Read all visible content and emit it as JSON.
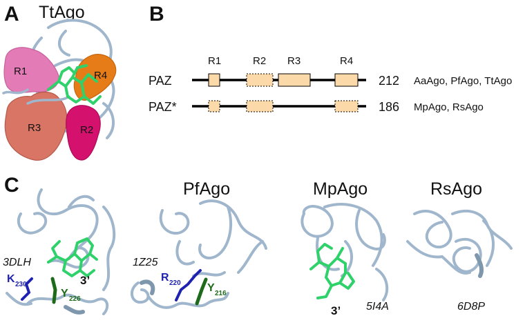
{
  "panels": {
    "a": "A",
    "b": "B",
    "c": "C"
  },
  "panel_a": {
    "title": "TtAgo",
    "regions": [
      "R1",
      "R2",
      "R3",
      "R4"
    ],
    "colors": {
      "R1": "#e27bb6",
      "R2": "#d4126e",
      "R3": "#d97564",
      "R4": "#e67c17",
      "ligand": "#2fd16a",
      "ribbon": "#9fb6cc"
    }
  },
  "panel_b": {
    "region_headers": [
      "R1",
      "R2",
      "R3",
      "R4"
    ],
    "rows": [
      {
        "domain": "PAZ",
        "length": "212",
        "organisms": "AaAgo, PfAgo, TtAgo",
        "segments": [
          {
            "region": "R1",
            "style": "solid"
          },
          {
            "region": "R2",
            "style": "dashed"
          },
          {
            "region": "R3",
            "style": "solid"
          },
          {
            "region": "R4",
            "style": "solid"
          }
        ]
      },
      {
        "domain": "PAZ*",
        "length": "186",
        "organisms": "MpAgo, RsAgo",
        "segments": [
          {
            "region": "R1",
            "style": "dashed"
          },
          {
            "region": "R2",
            "style": "dashed"
          },
          {
            "region": "R4",
            "style": "dashed"
          }
        ]
      }
    ],
    "colors": {
      "box_fill": "#fbd9a8",
      "line": "#000000"
    }
  },
  "panel_c": {
    "structures": [
      {
        "title": "",
        "pdb": "3DLH",
        "residue1": {
          "letter": "K",
          "number": "230"
        },
        "residue2": {
          "letter": "Y",
          "number": "226"
        },
        "end_label": "3’"
      },
      {
        "title": "PfAgo",
        "pdb": "1Z25",
        "residue1": {
          "letter": "R",
          "number": "220"
        },
        "residue2": {
          "letter": "Y",
          "number": "216"
        }
      },
      {
        "title": "MpAgo",
        "pdb": "5I4A",
        "end_label": "3’"
      },
      {
        "title": "RsAgo",
        "pdb": "6D8P"
      }
    ]
  }
}
